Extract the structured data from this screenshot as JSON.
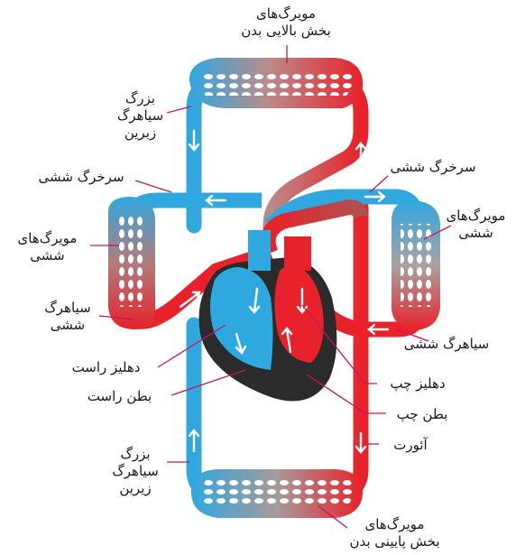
{
  "colors": {
    "oxygenated": "#e8212a",
    "deoxygenated": "#2fa8e0",
    "heart_body": "#2b2b2b",
    "leader_line": "#c2185b"
  },
  "labels": {
    "upper_capillaries": [
      "مویرگ‌های",
      "بخش بالایی بدن"
    ],
    "superior_vena_cava": [
      "بزرگ",
      "سیاهرگ",
      "زبرین"
    ],
    "pulmonary_artery_left": "سرخرگ ششی",
    "pulmonary_artery_right": "سرخرگ ششی",
    "lung_capillaries_left": [
      "مویرگ‌های",
      "ششی"
    ],
    "lung_capillaries_right": [
      "مویرگ‌های",
      "ششی"
    ],
    "pulmonary_vein_left": [
      "سیاهرگ",
      "ششی"
    ],
    "pulmonary_vein_right": "سیاهرگ ششی",
    "right_atrium": "دهلیز راست",
    "right_ventricle": "بطن راست",
    "left_atrium": "دهلیز چپ",
    "left_ventricle": "بطن چپ",
    "aorta": "آئورت",
    "inferior_vena_cava": [
      "بزرگ",
      "سیاهرگ",
      "زیرین"
    ],
    "lower_capillaries": [
      "مویرگ‌های",
      "بخش پایینی بدن"
    ]
  }
}
